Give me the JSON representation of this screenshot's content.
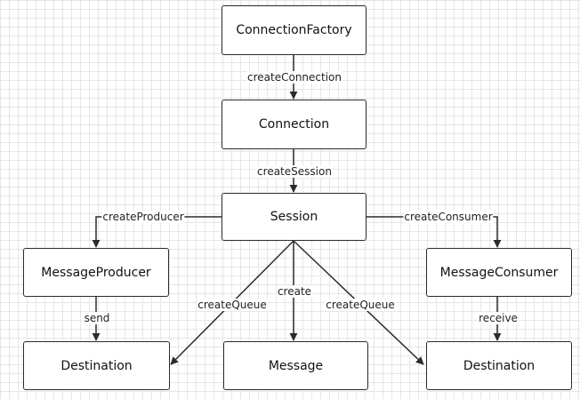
{
  "nodes": {
    "connection_factory": "ConnectionFactory",
    "connection": "Connection",
    "session": "Session",
    "message_producer": "MessageProducer",
    "message_consumer": "MessageConsumer",
    "destination_left": "Destination",
    "message": "Message",
    "destination_right": "Destination"
  },
  "edges": {
    "create_connection": "createConnection",
    "create_session": "createSession",
    "create_producer": "createProducer",
    "create_consumer": "createConsumer",
    "send": "send",
    "receive": "receive",
    "create_queue_left": "createQueue",
    "create": "create",
    "create_queue_right": "createQueue"
  },
  "colors": {
    "line": "#2b2b2b",
    "grid": "#e6e6e6",
    "box_border": "#2b2b2b"
  }
}
